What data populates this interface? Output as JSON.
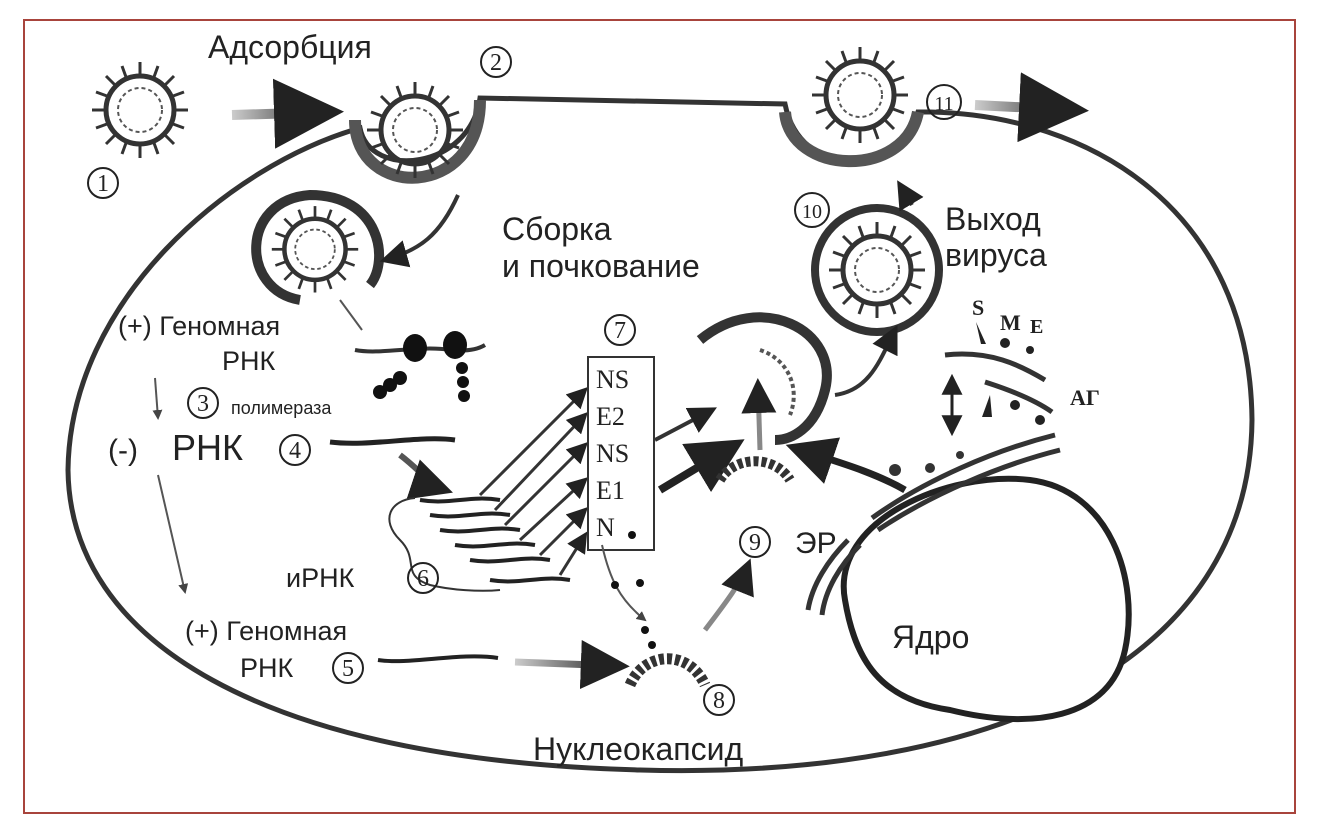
{
  "labels": {
    "adsorption": "Адсорбция",
    "assembly_line1": "Сборка",
    "assembly_line2": "и почкование",
    "exit_line1": "Выход",
    "exit_line2": "вируса",
    "genomic_rna_top": "(+) Геномная",
    "rna_top": "РНК",
    "polymerase": "полимераза",
    "minus_rna_prefix": "(-)",
    "minus_rna": "РНК",
    "mrna": "иРНК",
    "genomic_rna_bottom": "(+) Геномная",
    "rna_bottom": "РНК",
    "nucleocapsid": "Нуклеокапсид",
    "er": "ЭР",
    "nucleus": "Ядро",
    "golgi": "АГ",
    "protein_s": "S",
    "protein_m": "M",
    "protein_e": "E"
  },
  "proteins": [
    "NS",
    "E2",
    "NS",
    "E1",
    "N"
  ],
  "steps": [
    "1",
    "2",
    "3",
    "4",
    "5",
    "6",
    "7",
    "8",
    "9",
    "10",
    "11"
  ],
  "colors": {
    "frame": "#a8443c",
    "ink": "#222222"
  }
}
